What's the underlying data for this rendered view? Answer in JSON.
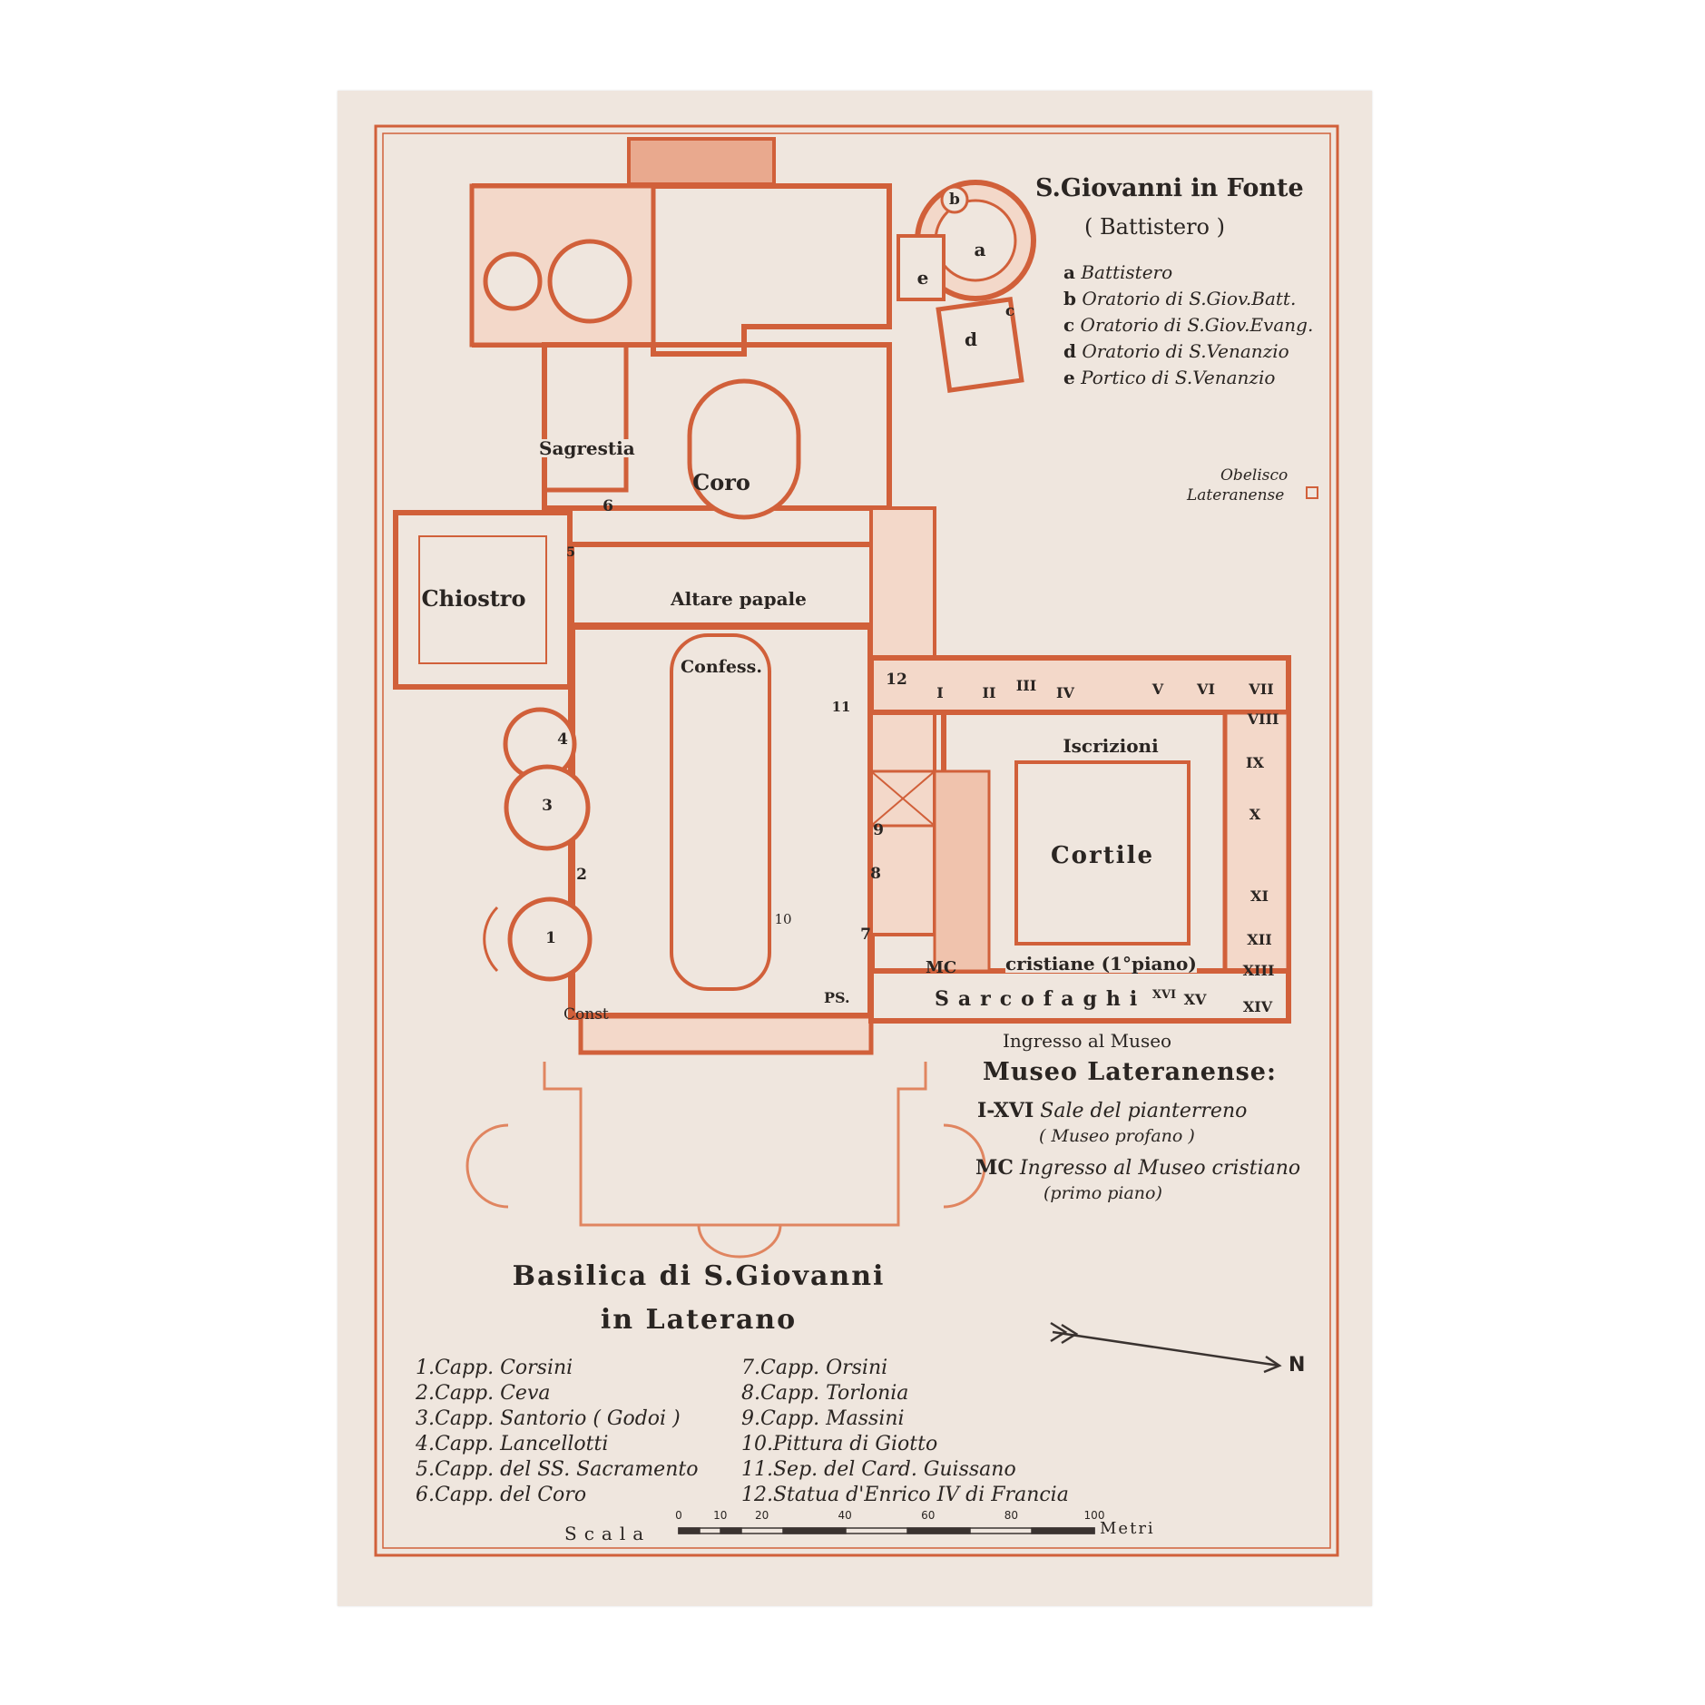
{
  "colors": {
    "paper": "#efe6de",
    "ink": "#d1603a",
    "ink_light": "#e9a98e",
    "text": "#2a2522"
  },
  "title": {
    "line1": "Basilica di S.Giovanni",
    "line2": "in Laterano"
  },
  "baptistery": {
    "title": "S.Giovanni in Fonte",
    "subtitle": "( Battistero )",
    "items": [
      {
        "key": "a",
        "text": "Battistero"
      },
      {
        "key": "b",
        "text": "Oratorio di S.Giov.Batt."
      },
      {
        "key": "c",
        "text": "Oratorio di S.Giov.Evang."
      },
      {
        "key": "d",
        "text": "Oratorio di S.Venanzio"
      },
      {
        "key": "e",
        "text": "Portico di S.Venanzio"
      }
    ],
    "map_letters": [
      "a",
      "b",
      "c",
      "d",
      "e"
    ]
  },
  "obelisk": {
    "line1": "Obelisco",
    "line2": "Lateranense"
  },
  "rooms": {
    "sagrestia": "Sagrestia",
    "coro": "Coro",
    "chiostro": "Chiostro",
    "altare": "Altare papale",
    "confess": "Confess.",
    "iscrizioni": "Iscrizioni",
    "cortile": "Cortile",
    "cristiane": "cristiane (1°piano)",
    "sarcofaghi": "Sarcofaghi",
    "mc": "MC",
    "const": "Const",
    "ps": "PS.",
    "ingresso_museo": "Ingresso al Museo"
  },
  "chapel_numbers": [
    "1",
    "2",
    "3",
    "4",
    "5",
    "6",
    "7",
    "8",
    "9",
    "10",
    "11",
    "12"
  ],
  "museum_halls": [
    "I",
    "II",
    "III",
    "IV",
    "V",
    "VI",
    "VII",
    "VIII",
    "IX",
    "X",
    "XI",
    "XII",
    "XIII",
    "XIV",
    "XV",
    "XVI"
  ],
  "museum": {
    "title": "Museo Lateranense:",
    "line1_key": "I-XVI",
    "line1_text": "Sale del pianterreno",
    "line1_sub": "( Museo profano )",
    "line2_key": "MC",
    "line2_text": "Ingresso al Museo cristiano",
    "line2_sub": "(primo piano)"
  },
  "legend_left": [
    "1.Capp. Corsini",
    "2.Capp. Ceva",
    "3.Capp. Santorio ( Godoi )",
    "4.Capp. Lancellotti",
    "5.Capp. del SS. Sacramento",
    "6.Capp. del Coro"
  ],
  "legend_right": [
    "7.Capp. Orsini",
    "8.Capp. Torlonia",
    "9.Capp. Massini",
    "10.Pittura di Giotto",
    "11.Sep. del Card. Guissano",
    "12.Statua d'Enrico IV di Francia"
  ],
  "compass": {
    "north": "N"
  },
  "scale": {
    "label": "Scala",
    "ticks": [
      "0",
      "10",
      "20",
      "40",
      "60",
      "80",
      "100"
    ],
    "unit": "Metri"
  }
}
